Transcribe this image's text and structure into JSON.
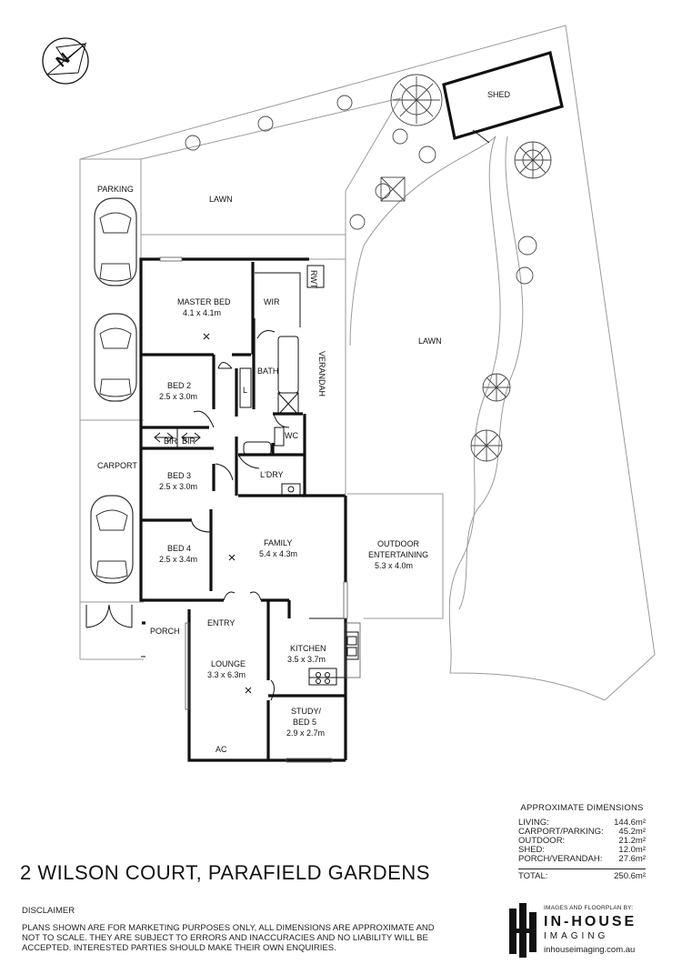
{
  "address": "2 WILSON COURT, PARAFIELD GARDENS",
  "north_label": "N",
  "site_labels": {
    "parking": "PARKING",
    "carport": "CARPORT",
    "lawn_top": "LAWN",
    "lawn_right": "LAWN",
    "shed": "SHED",
    "verandah": "VERANDAH",
    "rwt": "RWT",
    "porch": "PORCH",
    "entry": "ENTRY"
  },
  "rooms": {
    "master_bed": {
      "name": "MASTER BED",
      "dims": "4.1 x 4.1m"
    },
    "wir": {
      "name": "WIR"
    },
    "bath": {
      "name": "BATH"
    },
    "linen": {
      "name": "L"
    },
    "bed2": {
      "name": "BED 2",
      "dims": "2.5 x 3.0m"
    },
    "bir1": {
      "name": "BIR"
    },
    "bir2": {
      "name": "BIR"
    },
    "wc": {
      "name": "WC"
    },
    "ldry": {
      "name": "L'DRY"
    },
    "bed3": {
      "name": "BED 3",
      "dims": "2.5 x 3.0m"
    },
    "bed4": {
      "name": "BED 4",
      "dims": "2.5 x 3.4m"
    },
    "family": {
      "name": "FAMILY",
      "dims": "5.4 x 4.3m"
    },
    "outdoor": {
      "name1": "OUTDOOR",
      "name2": "ENTERTAINING",
      "dims": "5.3 x 4.0m"
    },
    "kitchen": {
      "name": "KITCHEN",
      "dims": "3.5 x 3.7m"
    },
    "lounge": {
      "name": "LOUNGE",
      "dims": "3.3 x 6.3m"
    },
    "study": {
      "name1": "STUDY/",
      "name2": "BED 5",
      "dims": "2.9 x 2.7m"
    },
    "ac": {
      "name": "AC"
    }
  },
  "dimensions": {
    "heading": "APPROXIMATE DIMENSIONS",
    "rows": [
      {
        "label": "LIVING:",
        "value": "144.6m²"
      },
      {
        "label": "CARPORT/PARKING:",
        "value": "45.2m²"
      },
      {
        "label": "OUTDOOR:",
        "value": "21.2m²"
      },
      {
        "label": "SHED:",
        "value": "12.0m²"
      },
      {
        "label": "PORCH/VERANDAH:",
        "value": "27.6m²"
      }
    ],
    "total": {
      "label": "TOTAL:",
      "value": "250.6m²"
    }
  },
  "disclaimer": {
    "heading": "DISCLAIMER",
    "line1": "PLANS SHOWN ARE FOR MARKETING PURPOSES ONLY, ALL DIMENSIONS ARE APPROXIMATE AND",
    "line2": "NOT TO SCALE. THEY ARE SUBJECT TO ERRORS AND INACCURACIES AND NO LIABILITY WILL BE",
    "line3": "ACCEPTED. INTERESTED PARTIES SHOULD MAKE THEIR OWN ENQUIRIES."
  },
  "brand": {
    "credit": "IMAGES AND FLOORPLAN BY:",
    "name1": "IN-HOUSE",
    "name2": "IMAGING",
    "url": "inhouseimaging.com.au"
  }
}
